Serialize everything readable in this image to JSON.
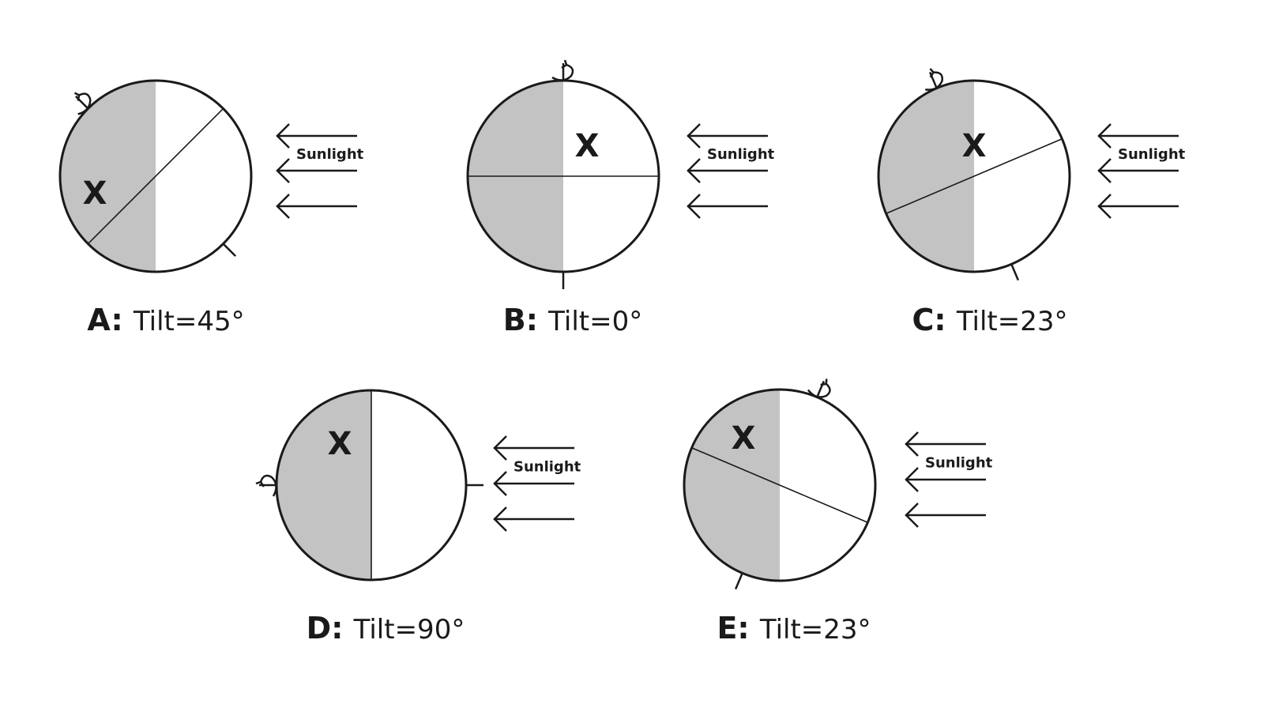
{
  "sunlight_label": "Sunlight",
  "marker_label": "X",
  "shade_color": "#c3c3c3",
  "line_color": "#1a1a1a",
  "panels": [
    {
      "letter": "A:",
      "tilt_text": "Tilt=45°",
      "tilt_deg": -45
    },
    {
      "letter": "B:",
      "tilt_text": "Tilt=0°",
      "tilt_deg": 0
    },
    {
      "letter": "C:",
      "tilt_text": "Tilt=23°",
      "tilt_deg": -23
    },
    {
      "letter": "D:",
      "tilt_text": "Tilt=90°",
      "tilt_deg": -90
    },
    {
      "letter": "E:",
      "tilt_text": "Tilt=23°",
      "tilt_deg": 23
    }
  ]
}
